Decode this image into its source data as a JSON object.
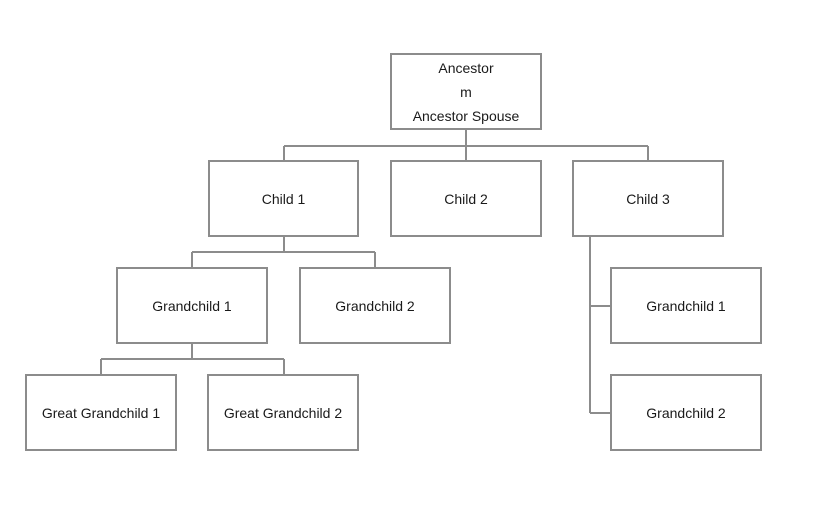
{
  "ancestor": {
    "name": "Ancestor",
    "marriage": "m",
    "spouse": "Ancestor Spouse"
  },
  "children": {
    "child1": "Child 1",
    "child2": "Child 2",
    "child3": "Child 3"
  },
  "child1_descendants": {
    "grandchild1": "Grandchild 1",
    "grandchild2": "Grandchild 2",
    "great_grandchild1": "Great Grandchild 1",
    "great_grandchild2": "Great Grandchild 2"
  },
  "child3_descendants": {
    "grandchild1": "Grandchild 1",
    "grandchild2": "Grandchild 2"
  },
  "colors": {
    "border": "#8c8c8c",
    "connector": "#8c8c8c",
    "text": "#1a1a1a",
    "background": "#ffffff"
  }
}
